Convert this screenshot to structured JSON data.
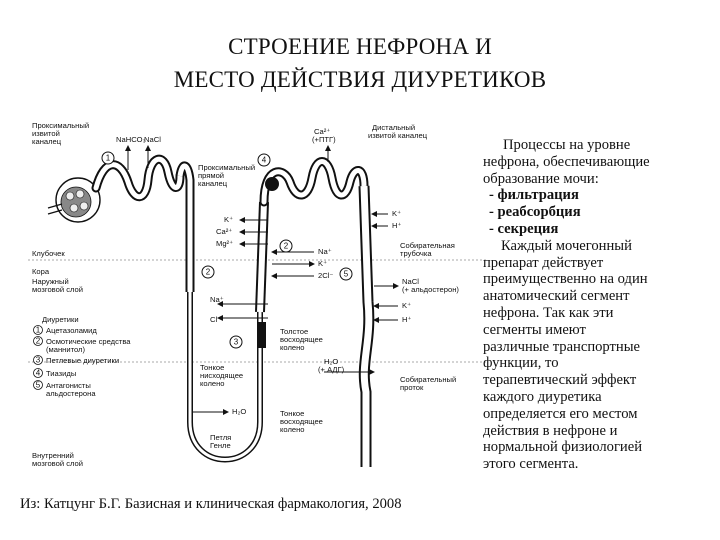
{
  "title": {
    "line1": "СТРОЕНИЕ НЕФРОНА И",
    "line2": "МЕСТО ДЕЙСТВИЯ ДИУРЕТИКОВ"
  },
  "diagram": {
    "label_proximal_convoluted": [
      "Проксимальный",
      "извитой",
      "каналец"
    ],
    "label_nahco3": "NaHCO₃",
    "label_nacl_top": "NaCl",
    "label_ca_pth": [
      "Ca²⁺",
      "(+ПТГ)"
    ],
    "label_distal_convoluted": [
      "Дистальный",
      "извитой каналец"
    ],
    "label_proximal_straight": [
      "Проксимальный",
      "прямой",
      "каналец"
    ],
    "label_k_right": "K⁺",
    "label_h_right": "H⁺",
    "label_collecting_tubule": [
      "Собирательная",
      "трубочка"
    ],
    "label_k_left": "K⁺",
    "label_ca_left": "Ca²⁺",
    "label_mg_left": "Mg²⁺",
    "label_na_mid": "Na⁺",
    "label_k_mid": "K⁺",
    "label_2cl_mid": "2Cl⁻",
    "label_nacl_aldo": [
      "NaCl",
      "(+ альдостерон)"
    ],
    "label_k_right2": "K⁺",
    "label_h_right2": "H⁺",
    "label_glomerulus": "Клубочек",
    "label_cortex": "Кора",
    "label_outer_medulla": [
      "Наружный",
      "мозговой слой"
    ],
    "label_na_left": "Na⁺",
    "label_cl_left": "Cl⁻",
    "legend_title": "Диуретики",
    "legend_items": [
      "Ацетазоламид",
      "Осмотические средства",
      "(маннитол)",
      "Петлевые диуретики",
      "Тиазиды",
      "Антагонисты",
      "альдостерона"
    ],
    "legend_numbers": [
      "1",
      "2",
      "3",
      "4",
      "5"
    ],
    "circle_numbers": [
      "1",
      "2",
      "3",
      "4",
      "5",
      "2"
    ],
    "label_thick_ascending": [
      "Толстое",
      "восходящее",
      "колено"
    ],
    "label_h2o_adh": [
      "H₂O",
      "(+ АДГ)"
    ],
    "label_collecting_duct": [
      "Собирательный",
      "проток"
    ],
    "label_thin_descending": [
      "Тонкое",
      "нисходящее",
      "колено"
    ],
    "label_h2o_low": "H₂O",
    "label_thin_ascending": [
      "Тонкое",
      "восходящее",
      "колено"
    ],
    "label_loop_henle": [
      "Петля",
      "Генле"
    ],
    "label_inner_medulla": [
      "Внутренний",
      "мозговой слой"
    ]
  },
  "panel": {
    "lines": [
      "Процессы на уровне",
      "нефрона, обеспечивающие",
      "образование мочи:",
      "- фильтрация",
      "- реабсорбция",
      "- секреция",
      "Каждый мочегонный",
      "препарат действует",
      "преимущественно на один",
      "анатомический сегмент",
      "нефрона. Так как эти",
      "сегменты имеют",
      "различные транспортные",
      "функции, то",
      "терапевтический эффект",
      "каждого диуретика",
      "определяется его местом",
      "действия в нефроне и",
      "нормальной физиологией",
      "этого сегмента."
    ]
  },
  "caption": "Из: Катцунг Б.Г. Базисная и клиническая фармакология,  2008"
}
